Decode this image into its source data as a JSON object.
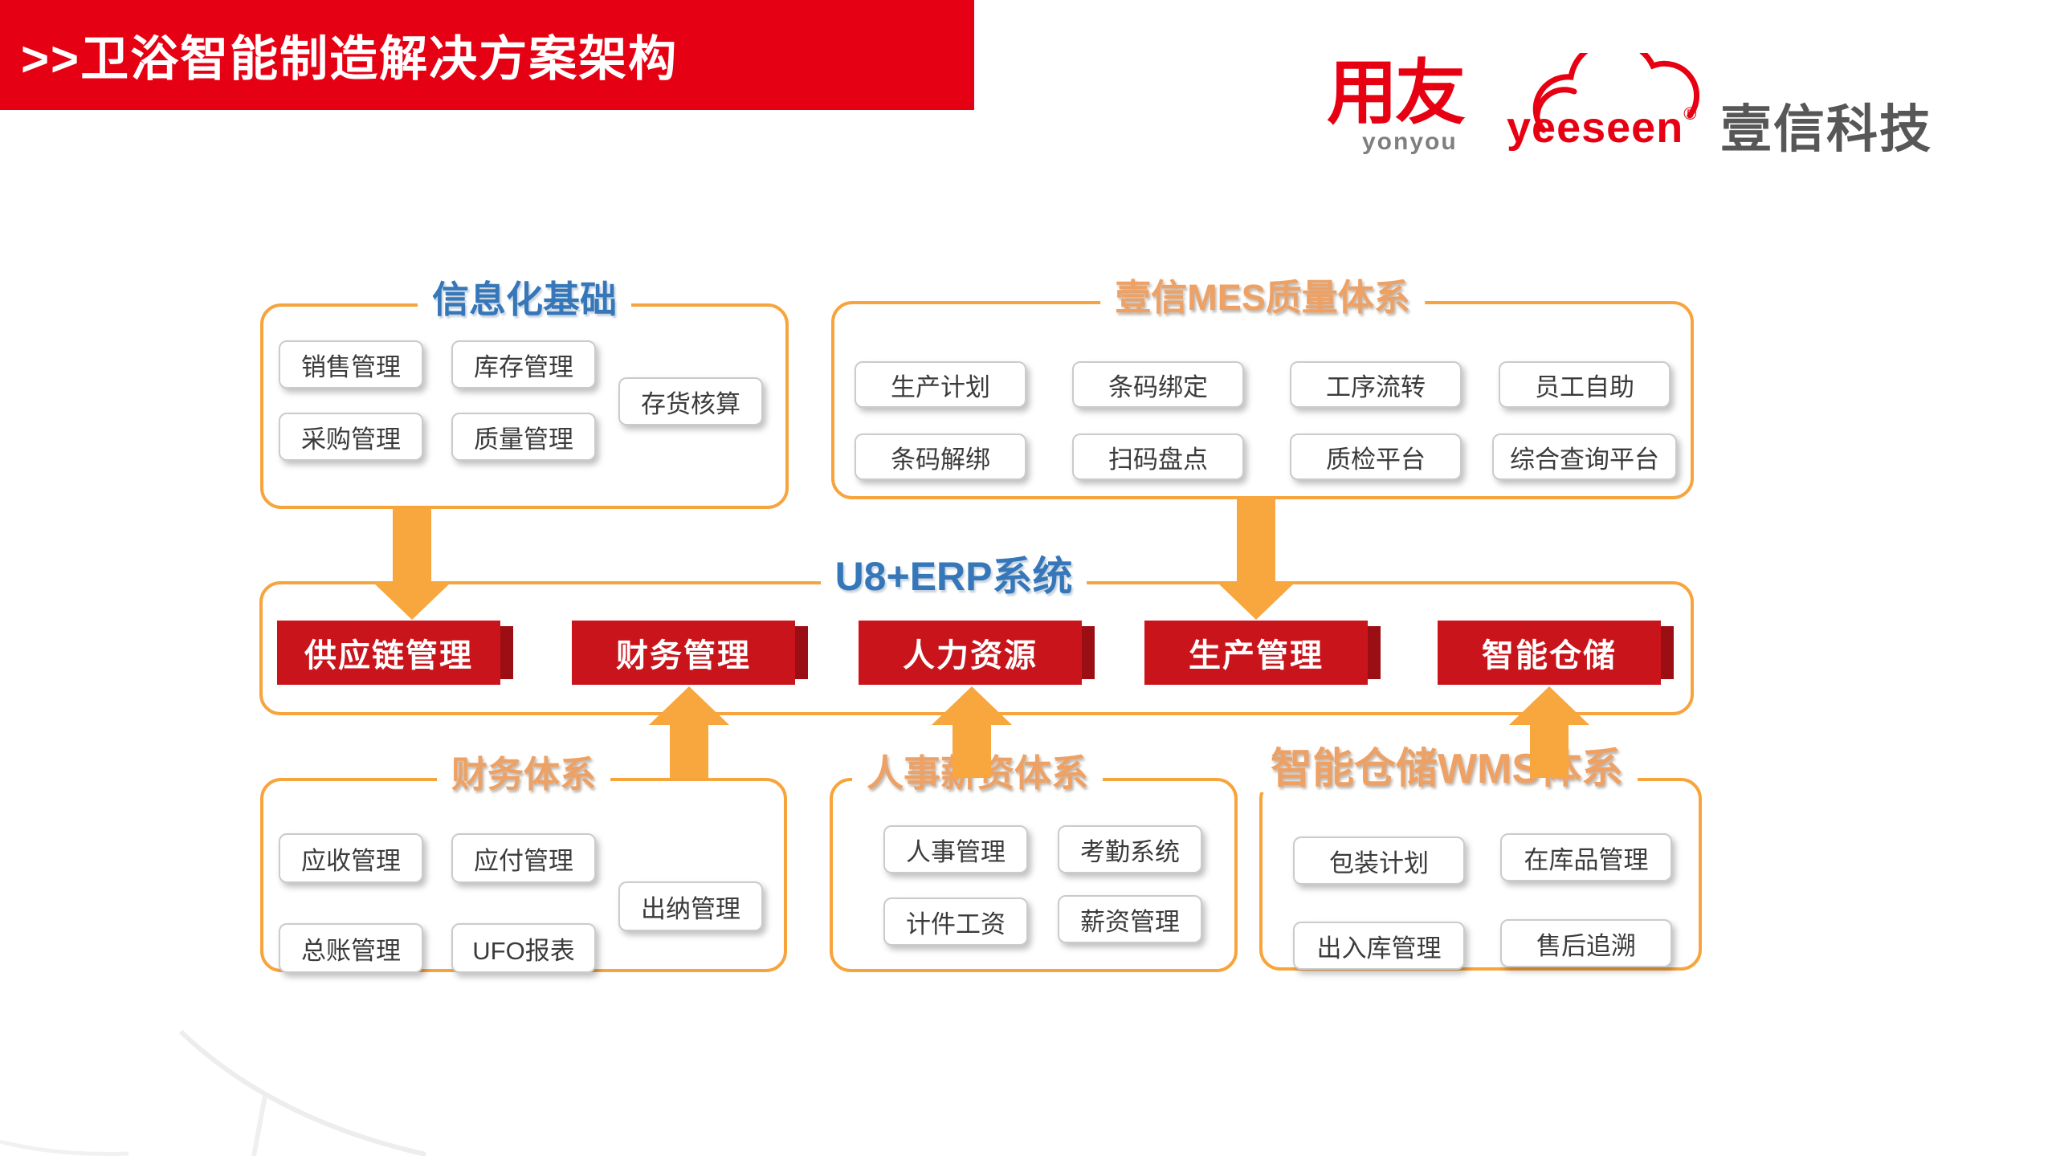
{
  "header": {
    "title": ">>卫浴智能制造解决方案架构"
  },
  "logos": {
    "yonyou": {
      "zh": "用友",
      "en": "yonyou"
    },
    "yeeseen": {
      "en": "yeeseen",
      "reg": "®",
      "zh": "壹信科技"
    }
  },
  "colors": {
    "banner_red": "#E60014",
    "button_red": "#C9141B",
    "button_red_dark": "#9B0F14",
    "accent_orange": "#F7A43C",
    "title_blue": "#3577B9",
    "title_orange": "#EDA164"
  },
  "panels": {
    "info_base": {
      "title": "信息化基础",
      "items": [
        "销售管理",
        "库存管理",
        "存货核算",
        "采购管理",
        "质量管理"
      ]
    },
    "mes": {
      "title": "壹信MES质量体系",
      "items": [
        "生产计划",
        "条码绑定",
        "工序流转",
        "员工自助",
        "条码解绑",
        "扫码盘点",
        "质检平台",
        "综合查询平台"
      ]
    },
    "erp": {
      "title": "U8+ERP系统",
      "buttons": [
        "供应链管理",
        "财务管理",
        "人力资源",
        "生产管理",
        "智能仓储"
      ]
    },
    "finance": {
      "title": "财务体系",
      "items": [
        "应收管理",
        "应付管理",
        "出纳管理",
        "总账管理",
        "UFO报表"
      ]
    },
    "hr": {
      "title": "人事薪资体系",
      "items": [
        "人事管理",
        "考勤系统",
        "计件工资",
        "薪资管理"
      ]
    },
    "wms": {
      "title": "智能仓储WMS体系",
      "items": [
        "包装计划",
        "在库品管理",
        "出入库管理",
        "售后追溯"
      ]
    }
  }
}
